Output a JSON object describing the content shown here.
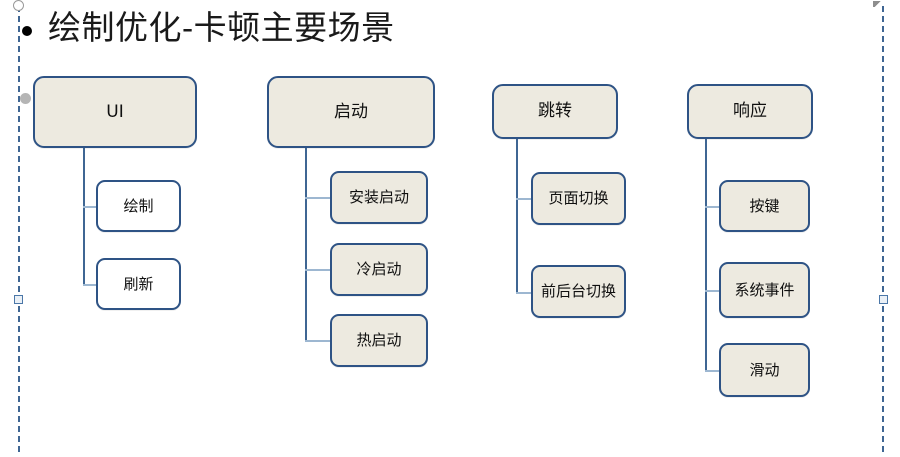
{
  "slide": {
    "title": "绘制优化-卡顿主要场景",
    "bullet_glyph": "•",
    "colors": {
      "node_border": "#2E5385",
      "node_fill_beige": "#EDEAE0",
      "node_fill_white": "#FFFFFF",
      "connector_vertical": "#3F6693",
      "connector_horizontal": "#9DB7D1",
      "placeholder_dash": "#3F6693",
      "title_text": "#1A1A1A"
    }
  },
  "diagram": {
    "type": "hierarchy",
    "columns": [
      {
        "id": "ui",
        "root": {
          "label": "UI",
          "fill": "beige"
        },
        "children": [
          {
            "label": "绘制",
            "fill": "white"
          },
          {
            "label": "刷新",
            "fill": "white"
          }
        ]
      },
      {
        "id": "startup",
        "root": {
          "label": "启动",
          "fill": "beige"
        },
        "children": [
          {
            "label": "安装启动",
            "fill": "beige"
          },
          {
            "label": "冷启动",
            "fill": "beige"
          },
          {
            "label": "热启动",
            "fill": "beige"
          }
        ]
      },
      {
        "id": "navigation",
        "root": {
          "label": "跳转",
          "fill": "beige"
        },
        "children": [
          {
            "label": "页面切换",
            "fill": "beige"
          },
          {
            "label": "前后台切换",
            "fill": "beige"
          }
        ]
      },
      {
        "id": "response",
        "root": {
          "label": "响应",
          "fill": "beige"
        },
        "children": [
          {
            "label": "按键",
            "fill": "beige"
          },
          {
            "label": "系统事件",
            "fill": "beige"
          },
          {
            "label": "滑动",
            "fill": "beige"
          }
        ]
      }
    ]
  }
}
